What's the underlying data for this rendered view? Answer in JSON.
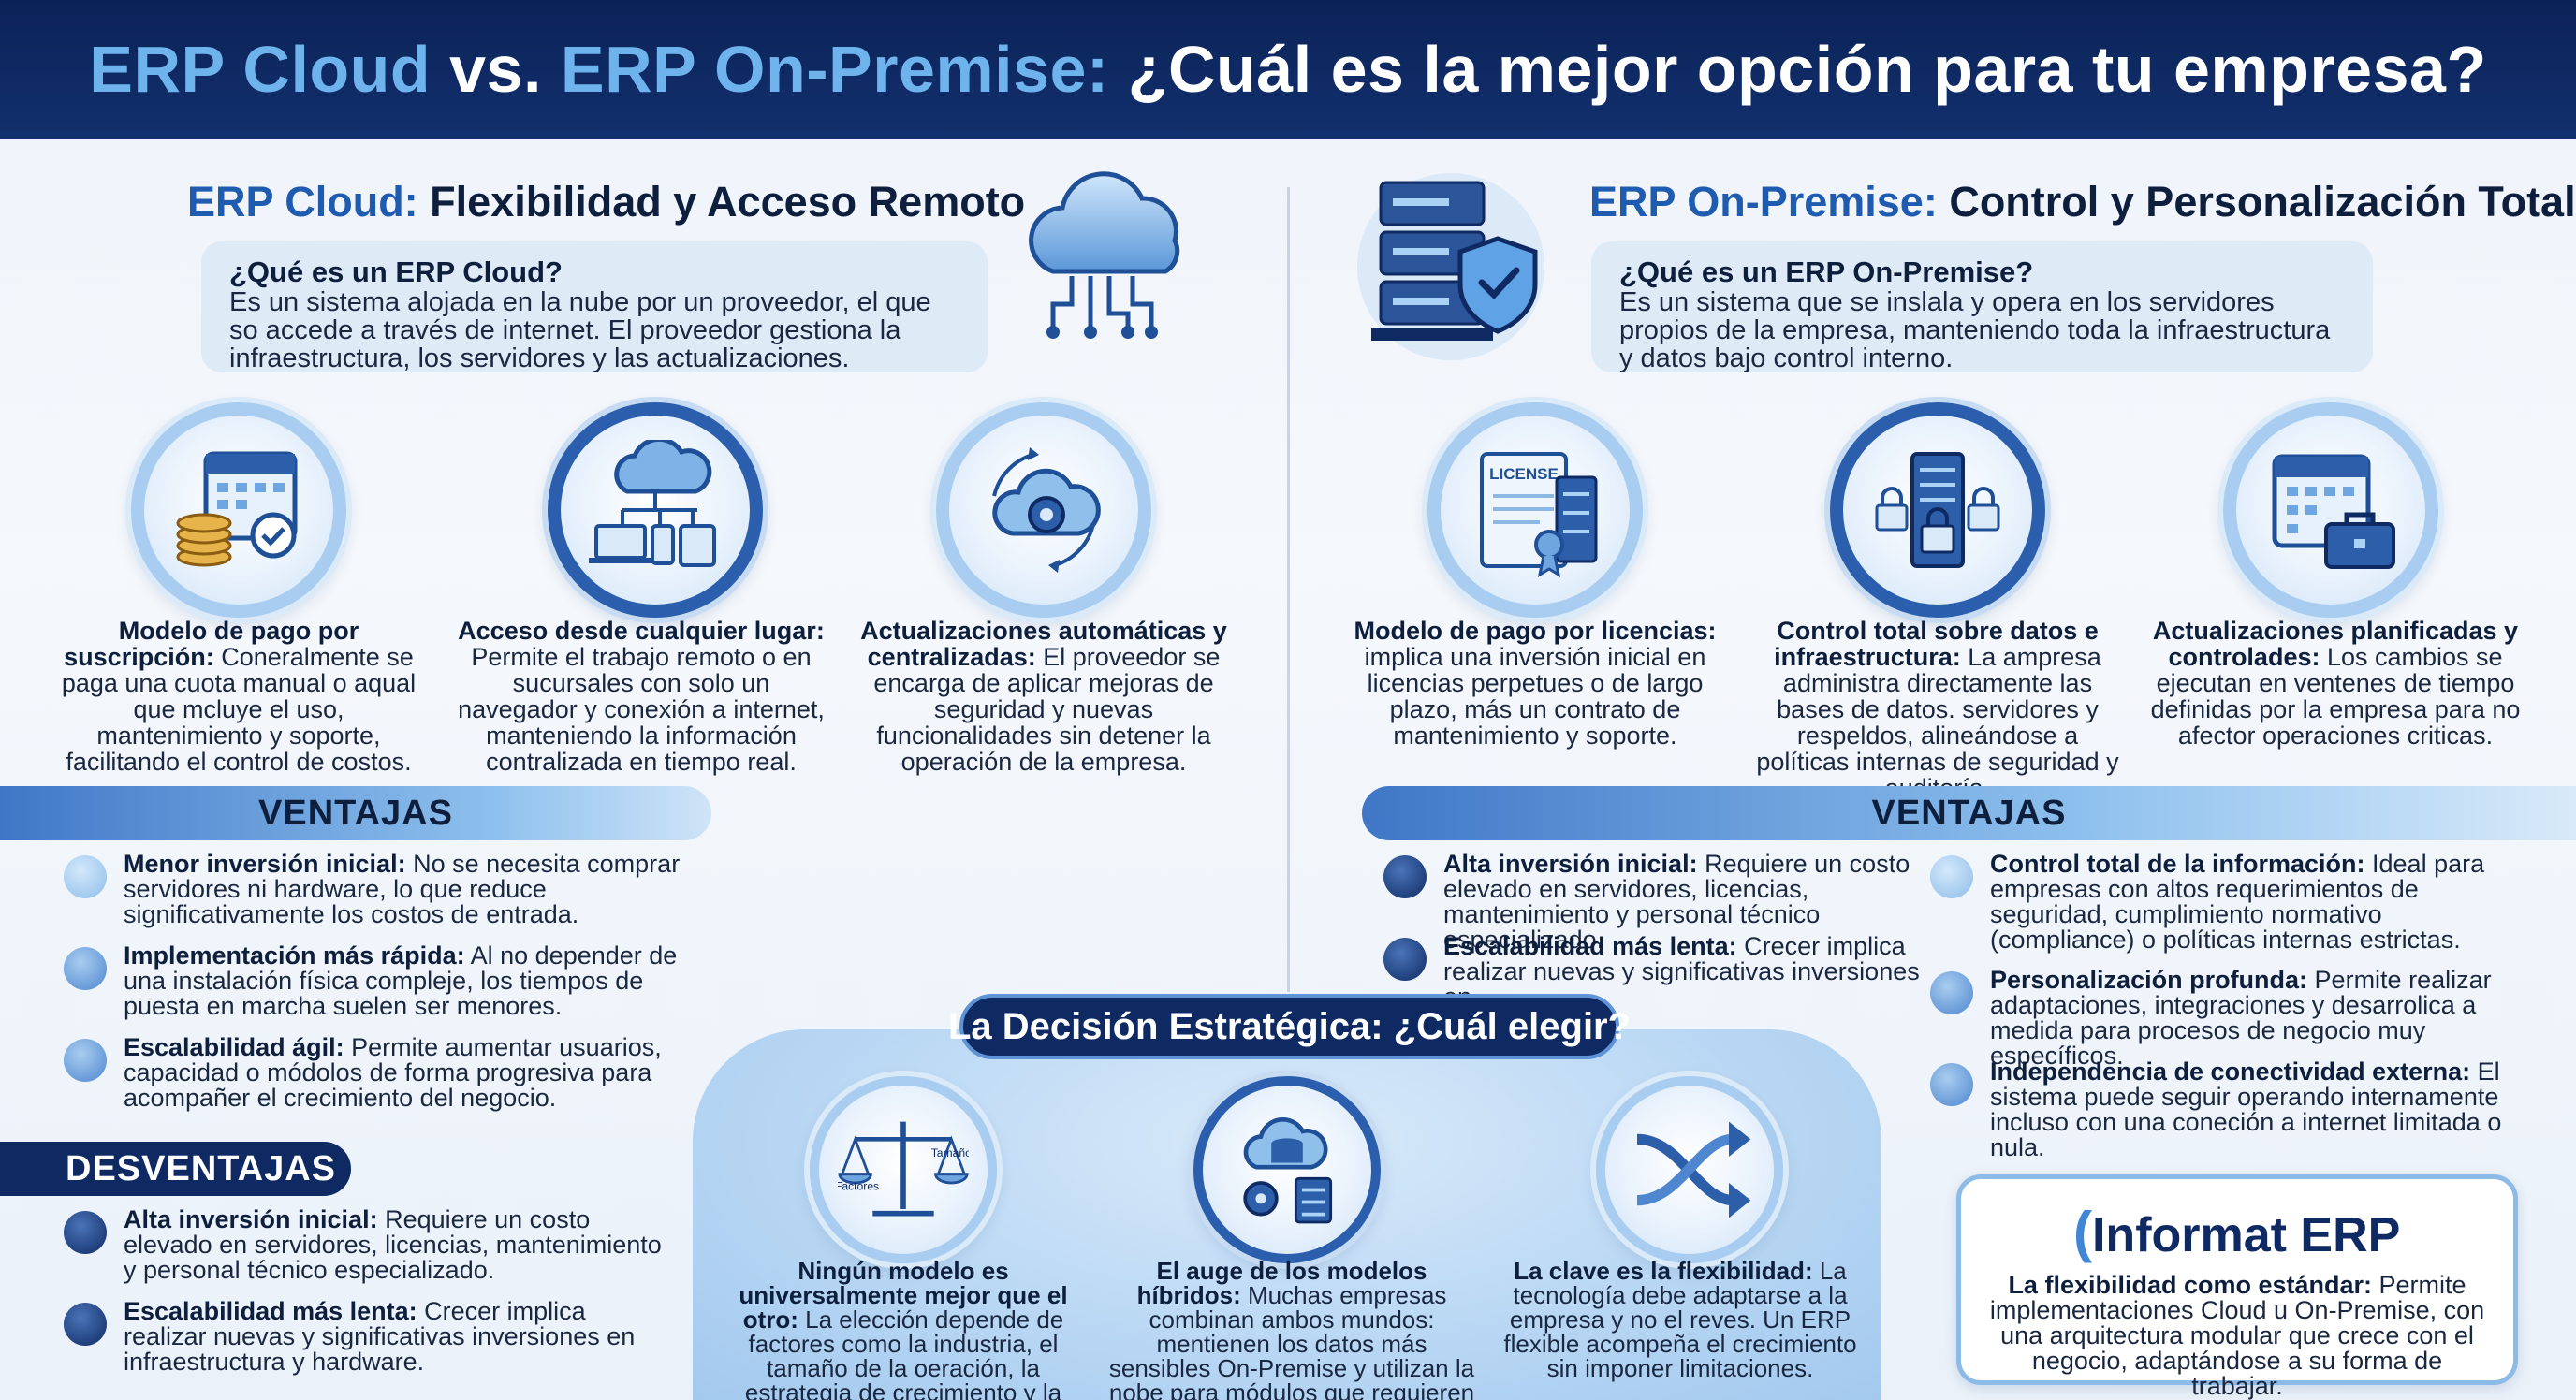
{
  "header": {
    "title_part1": "ERP Cloud",
    "title_part2": " vs. ",
    "title_part3": "ERP On-Premise:",
    "title_part4": " ¿Cuál es la mejor opción para tu empresa?"
  },
  "cloud": {
    "title_hl": "ERP Cloud:",
    "title_rest": " Flexibilidad y Acceso Remoto",
    "what_q": "¿Qué es un ERP Cloud?",
    "what_a": "Es un sistema alojada en la nube por un proveedor, el que so accede a través de internet. El proveedor gestiona la infraestructura, los servidores y las actualizaciones.",
    "features": [
      {
        "title": "Modelo de pago por suscripción:",
        "text": " Coneralmente se paga una cuota manual o aqual que mcluye el uso, mantenimiento y soporte, facilitando el control de costos."
      },
      {
        "title": "Acceso desde cualquier lugar:",
        "text": " Permite el trabajo remoto o en sucursales con solo un navegador y conexión a internet, manteniendo la información contralizada en tiempo real."
      },
      {
        "title": "Actualizaciones automáticas y centralizadas:",
        "text": " El proveedor se encarga de aplicar mejoras de seguridad y nuevas funcionalidades sin detener la operación de la empresa."
      }
    ],
    "ventajas_label": "VENTAJAS",
    "ventajas": [
      {
        "title": "Menor inversión inicial:",
        "text": " No se necesita comprar servidores ni hardware, lo que reduce significativamente los costos de entrada."
      },
      {
        "title": "Implementación más rápida:",
        "text": " Al no depender de una instalación física compleje, los tiempos de puesta en marcha suelen ser menores."
      },
      {
        "title": "Escalabilidad ágil:",
        "text": " Permite aumentar usuarios, capacidad o módolos de forma progresiva para acompañer el crecimiento del negocio."
      }
    ],
    "desventajas_label": "DESVENTAJAS",
    "desventajas": [
      {
        "title": "Alta inversión inicial:",
        "text": " Requiere un costo elevado en servidores, licencias, mantenimiento y personal técnico especializado."
      },
      {
        "title": "Escalabilidad más lenta:",
        "text": " Crecer implica realizar nuevas y significativas inversiones en infraestructura y hardware."
      }
    ]
  },
  "onprem": {
    "title_hl": "ERP On-Premise:",
    "title_rest": " Control y Personalización Total",
    "what_q": "¿Qué es un ERP On-Premise?",
    "what_a": "Es un sistema que se inslala y opera en los servidores propios de la empresa, manteniendo toda la infraestructura y datos bajo control interno.",
    "features": [
      {
        "title": "Modelo de pago por licencias:",
        "text": " implica una inversión inicial en licencias perpetues o de largo plazo, más un contrato de mantenimiento y soporte."
      },
      {
        "title": "Control total sobre datos e infraestructura:",
        "text": " La ampresa administra directamente las bases de datos. servidores y respeldos, alineándose a políticas internas de seguridad y auditoría."
      },
      {
        "title": "Actualizaciones planificadas y controlades:",
        "text": " Los cambios se ejecutan en ventenes de tiempo definidas por la empresa para no afector operaciones criticas."
      }
    ],
    "license_label": "LICENSE",
    "ventajas_label": "VENTAJAS",
    "ventajas_left": [
      {
        "title": "Alta inversión inicial:",
        "text": " Requiere un costo elevado en servidores, licencias, mantenimiento y personal técnico especializado."
      },
      {
        "title": "Escalabilidad más lenta:",
        "text": " Crecer implica realizar nuevas y significativas inversiones en"
      }
    ],
    "ventajas_right": [
      {
        "title": "Control total de la información:",
        "text": " Ideal para empresas con altos requerimientos de seguridad, cumplimiento normativo (compliance) o políticas internas estrictas."
      },
      {
        "title": "Personalización profunda:",
        "text": " Permite realizar adaptaciones, integraciones y desarrolica a medida para procesos de negocio muy específicos."
      },
      {
        "title": "Independencia de conectividad externa:",
        "text": " El sistema puede seguir operando internamente incluso con una coneción a internet limitada o nula."
      }
    ]
  },
  "decision": {
    "title": "La Decisión Estratégica: ¿Cuál elegir?",
    "scale_left": "Factores",
    "scale_right": "Tamaño",
    "items": [
      {
        "title": "Ningún modelo es universalmente mejor que el otro:",
        "text": " La elección depende de factores como la industria, el tamaño de la oeración, la estrategia de crecimiento y la capacidad del equipo de TI."
      },
      {
        "title": "El auge de los modelos híbridos:",
        "text": " Muchas empresas combinan ambos mundos: mentienen los datos más sensibles On-Premise y utilizan la nobe para módulos que requieren flexibilidad."
      },
      {
        "title": "La clave es la flexibilidad:",
        "text": " La tecnología debe adaptarse a la empresa y no el reves. Un ERP flexible acompeña el crecimiento sin imponer limitaciones."
      }
    ]
  },
  "card": {
    "logo_c": "(",
    "logo_text": "Informat ERP",
    "title": "La flexibilidad como estándar:",
    "text": " Permite implementaciones Cloud u On-Premise, con una arquitectura modular que crece con el negocio, adaptándose a su forma de trabajar."
  },
  "colors": {
    "navy": "#0f2a63",
    "accent": "#1f5cb0",
    "light_blue": "#6fb3ec"
  }
}
